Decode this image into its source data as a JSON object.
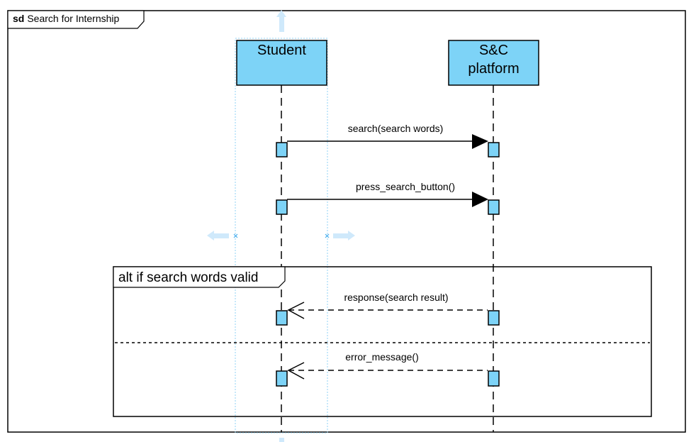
{
  "frame": {
    "keyword": "sd",
    "name": "Search for Internship"
  },
  "lifelines": {
    "student": {
      "label": "Student"
    },
    "platform": {
      "label_line1": "S&C",
      "label_line2": "platform"
    }
  },
  "messages": {
    "search": {
      "label": "search(search words)"
    },
    "press": {
      "label": "press_search_button()"
    },
    "response": {
      "label": "response(search result)"
    },
    "error": {
      "label": "error_message()"
    }
  },
  "alt": {
    "label": "alt if search words valid"
  },
  "colors": {
    "lifeline_fill": "#7dd3f7",
    "selection_handle": "#cfe9fb",
    "selection_border": "#8fd0f5",
    "line": "#000000"
  }
}
